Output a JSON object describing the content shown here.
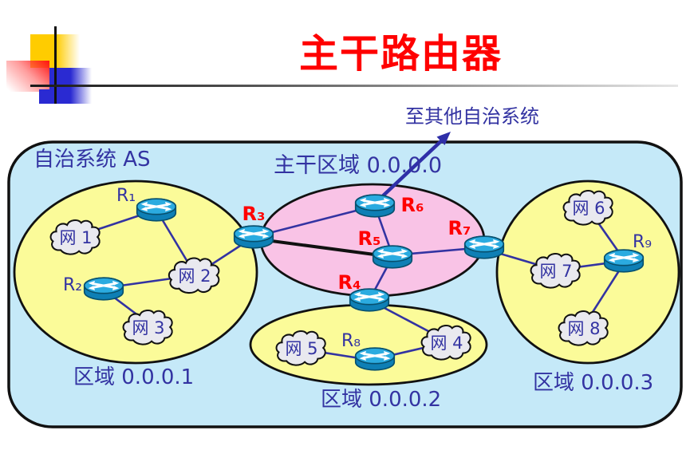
{
  "slide": {
    "title": "主干路由器",
    "external_link_label": "至其他自治系统"
  },
  "diagram": {
    "as_label": "自治系统 AS",
    "backbone_label": "主干区域 0.0.0.0",
    "area1_label": "区域 0.0.0.1",
    "area2_label": "区域 0.0.0.2",
    "area3_label": "区域 0.0.0.3",
    "routers": {
      "r1": "R₁",
      "r2": "R₂",
      "r3": "R₃",
      "r4": "R₄",
      "r5": "R₅",
      "r6": "R₆",
      "r7": "R₇",
      "r8": "R₈",
      "r9": "R₉"
    },
    "networks": {
      "n1": "网 1",
      "n2": "网 2",
      "n3": "网 3",
      "n4": "网 4",
      "n5": "网 5",
      "n6": "网 6",
      "n7": "网 7",
      "n8": "网 8"
    },
    "edges": [
      {
        "from": "网1",
        "to": "R1",
        "style": "blue"
      },
      {
        "from": "R1",
        "to": "网2",
        "style": "blue"
      },
      {
        "from": "R2",
        "to": "网2",
        "style": "blue"
      },
      {
        "from": "R2",
        "to": "网3",
        "style": "blue"
      },
      {
        "from": "网2",
        "to": "R3",
        "style": "blue"
      },
      {
        "from": "R3",
        "to": "R6",
        "style": "blue"
      },
      {
        "from": "R3",
        "to": "R5",
        "style": "black"
      },
      {
        "from": "R6",
        "to": "R5",
        "style": "blue"
      },
      {
        "from": "R5",
        "to": "R7",
        "style": "blue"
      },
      {
        "from": "R5",
        "to": "R4",
        "style": "blue"
      },
      {
        "from": "R4",
        "to": "网4",
        "style": "blue"
      },
      {
        "from": "网5",
        "to": "R8",
        "style": "blue"
      },
      {
        "from": "R8",
        "to": "网4",
        "style": "blue"
      },
      {
        "from": "R7",
        "to": "网7",
        "style": "blue"
      },
      {
        "from": "网7",
        "to": "R9",
        "style": "blue"
      },
      {
        "from": "R9",
        "to": "网6",
        "style": "blue"
      },
      {
        "from": "R9",
        "to": "网8",
        "style": "blue"
      },
      {
        "from": "R6",
        "to": "其他自治系统",
        "style": "arrow"
      }
    ],
    "colors": {
      "title": "#FF0000",
      "backbone_router_label": "#FF0000",
      "area_fill": "#FBFB99",
      "backbone_fill": "#F9C3E6",
      "as_fill": "#C5E9F8",
      "link": "#3333A2",
      "label_text": "#3333A2"
    }
  }
}
